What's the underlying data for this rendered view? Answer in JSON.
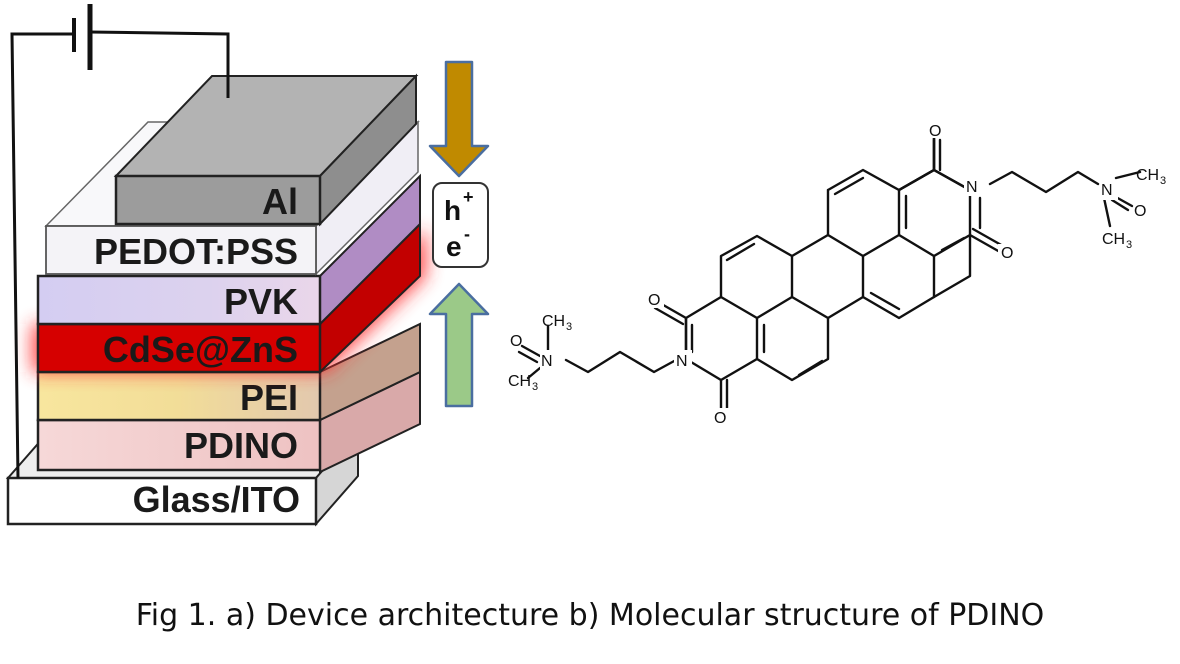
{
  "layers": [
    {
      "id": "glass",
      "label": "Glass/ITO",
      "front": "#ffffff",
      "side": "#d8d8d8",
      "top": "#eeeeee"
    },
    {
      "id": "pdino",
      "label": "PDINO",
      "front": "#f2caca",
      "side": "#d8a8a8",
      "top": "#f0d6d6"
    },
    {
      "id": "pei",
      "label": "PEI",
      "front": "#f6e196",
      "side": "#b89a82",
      "top": "#ead6a8"
    },
    {
      "id": "cdse",
      "label": "CdSe@ZnS",
      "front": "#d70000",
      "side": "#c00000",
      "top": "#e03030"
    },
    {
      "id": "pvk",
      "label": "PVK",
      "front": "#d6cdf0",
      "side": "#b48ec2",
      "top": "#ccc2ea"
    },
    {
      "id": "pedot",
      "label": "PEDOT:PSS",
      "front": "#f3f2f6",
      "side": "#e6e6ec",
      "top": "#ededf1"
    },
    {
      "id": "al",
      "label": "Al",
      "front": "#9e9e9e",
      "side": "#8a8a8a",
      "top": "#b2b2b2"
    }
  ],
  "carriers": {
    "hole": "h",
    "hole_sup": "+",
    "electron": "e",
    "electron_sup": "-"
  },
  "colors": {
    "arrow_down": "#c08a00",
    "arrow_up": "#9bc988",
    "arrow_stroke": "#4a6ea0",
    "glow": "#ff2a2a"
  },
  "molecule_atoms": {
    "oxygen": "O",
    "nitrogen": "N",
    "methyl": "CH",
    "methyl_sub": "3"
  },
  "caption": "Fig 1. a) Device architecture  b) Molecular structure of PDINO"
}
